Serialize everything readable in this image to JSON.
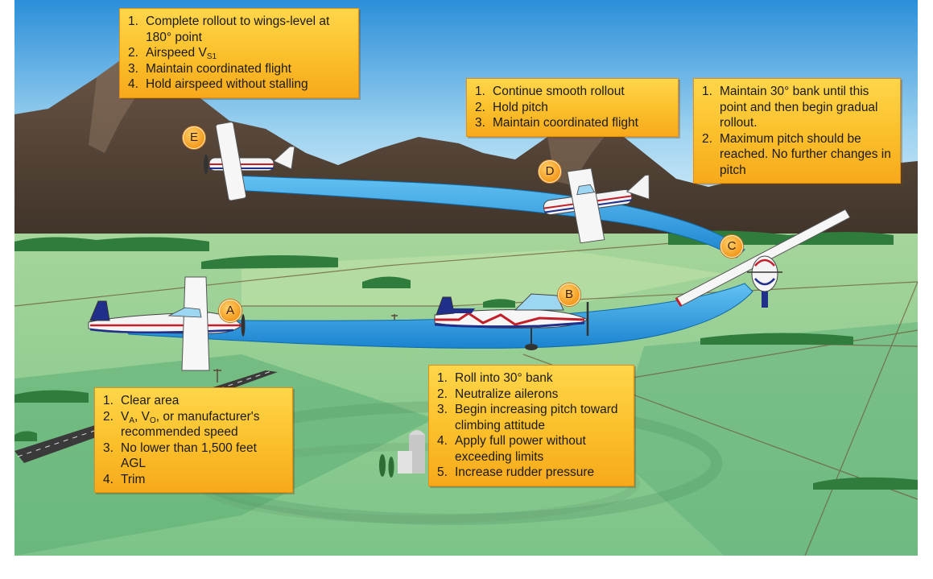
{
  "colors": {
    "sky_top": "#2b8fd9",
    "sky_bottom": "#dff2fb",
    "mountain": "#5a4a3c",
    "field": "#86c98a",
    "path": "#2a9be0",
    "callout": "#fbbf2a",
    "label": "#f59a1e"
  },
  "points": [
    {
      "id": "A",
      "label": "A"
    },
    {
      "id": "B",
      "label": "B"
    },
    {
      "id": "C",
      "label": "C"
    },
    {
      "id": "D",
      "label": "D"
    },
    {
      "id": "E",
      "label": "E"
    }
  ],
  "callouts": {
    "E": {
      "items": [
        {
          "num": "1.",
          "text": "Complete rollout to wings-level at 180° point"
        },
        {
          "num": "2.",
          "text": "Airspeed V",
          "sub": "S1"
        },
        {
          "num": "3.",
          "text": "Maintain coordinated flight"
        },
        {
          "num": "4.",
          "text": "Hold airspeed without stalling"
        }
      ]
    },
    "D": {
      "items": [
        {
          "num": "1.",
          "text": "Continue smooth rollout"
        },
        {
          "num": "2.",
          "text": "Hold pitch"
        },
        {
          "num": "3.",
          "text": "Maintain coordinated flight"
        }
      ]
    },
    "C": {
      "items": [
        {
          "num": "1.",
          "text": "Maintain 30° bank until this point and then begin gradual rollout."
        },
        {
          "num": "2.",
          "text": "Maximum pitch should be reached. No further changes in pitch"
        }
      ]
    },
    "A": {
      "items": [
        {
          "num": "1.",
          "text": "Clear area"
        },
        {
          "num": "2.",
          "v1": "V",
          "s1": "A",
          "v2": ", V",
          "s2": "O",
          "rest": ", or manufacturer's recommended speed"
        },
        {
          "num": "3.",
          "text": "No lower than 1,500 feet AGL"
        },
        {
          "num": "4.",
          "text": "Trim"
        }
      ]
    },
    "B": {
      "items": [
        {
          "num": "1.",
          "text": "Roll into 30° bank"
        },
        {
          "num": "2.",
          "text": "Neutralize ailerons"
        },
        {
          "num": "3.",
          "text": "Begin increasing pitch toward climbing attitude"
        },
        {
          "num": "4.",
          "text": "Apply full power without exceeding limits"
        },
        {
          "num": "5.",
          "text": "Increase rudder pressure"
        }
      ]
    }
  }
}
